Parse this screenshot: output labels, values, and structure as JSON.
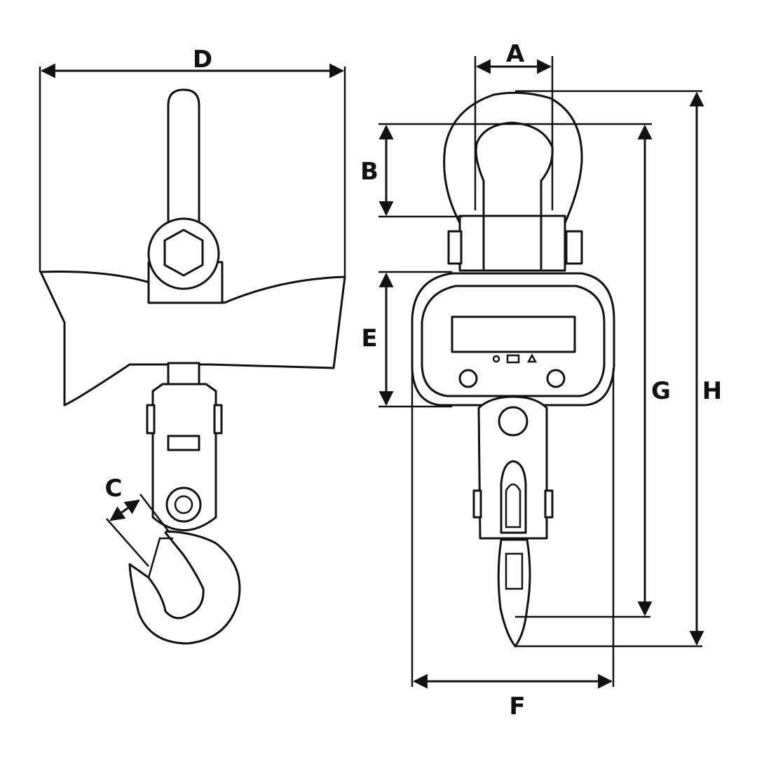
{
  "labels": {
    "A": "A",
    "B": "B",
    "C": "C",
    "D": "D",
    "E": "E",
    "F": "F",
    "G": "G",
    "H": "H"
  },
  "colors": {
    "line": "#111111",
    "background": "#ffffff"
  }
}
